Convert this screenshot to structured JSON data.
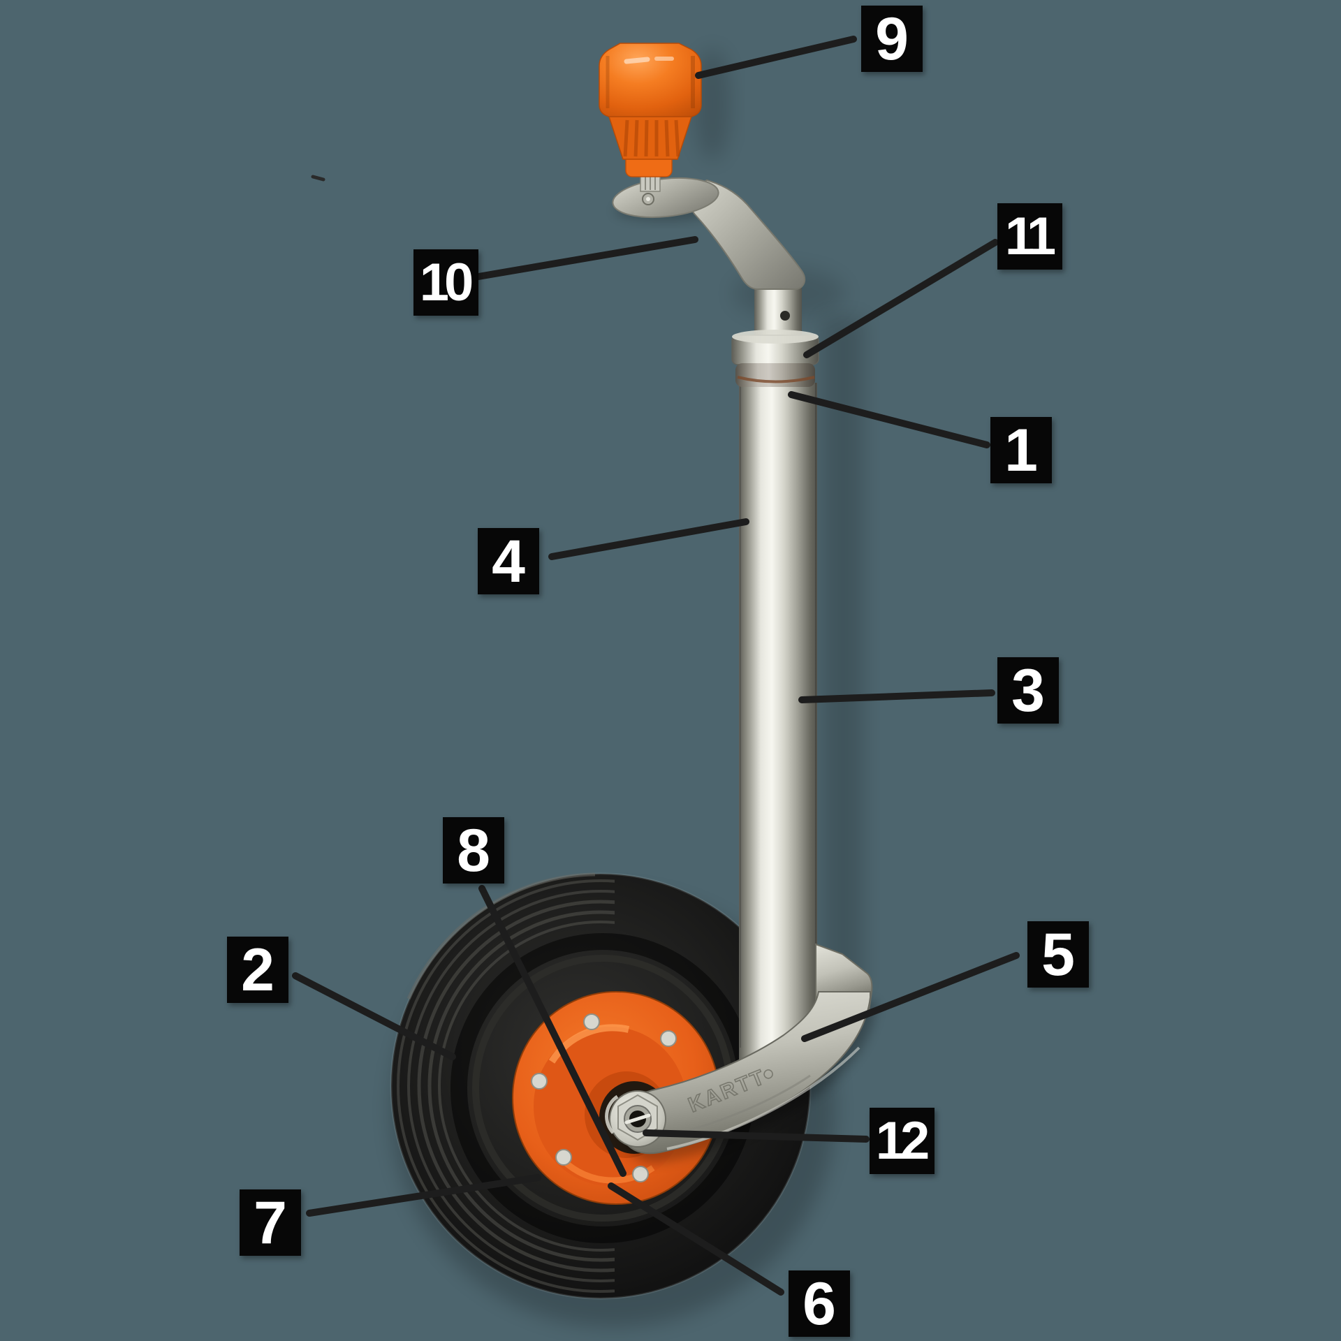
{
  "diagram_type": "jockey-wheel-parts-diagram",
  "brand_embossing": "KARTT",
  "colors": {
    "background": "#4d656e",
    "label_box": "#070707",
    "label_text": "#ffffff",
    "leader_line": "#1d1d1d",
    "knob_orange": "#f1741f",
    "rim_orange": "#e75f19",
    "tire_black": "#141414",
    "metal_silver": "#d6d6cc"
  },
  "callouts": [
    {
      "number": "1"
    },
    {
      "number": "2"
    },
    {
      "number": "3"
    },
    {
      "number": "4"
    },
    {
      "number": "5"
    },
    {
      "number": "6"
    },
    {
      "number": "7"
    },
    {
      "number": "8"
    },
    {
      "number": "9"
    },
    {
      "number": "10"
    },
    {
      "number": "11"
    },
    {
      "number": "12"
    }
  ]
}
